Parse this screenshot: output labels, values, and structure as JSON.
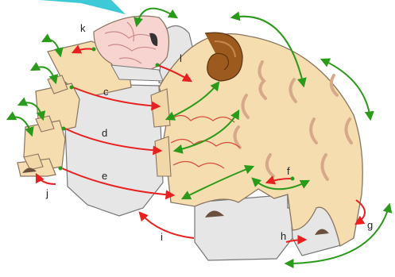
{
  "labels": {
    "k": "k",
    "l": "l",
    "c": "c",
    "d": "d",
    "e": "e",
    "f": "f",
    "g": "g",
    "h": "h",
    "i": "i",
    "j": "j"
  },
  "colors": {
    "red_arrow": "#e8201f",
    "green_arrow": "#2a9a1a",
    "cyan_arrow": "#3ec9d6",
    "fleece": "#f6ddb0",
    "fleece_stroke": "#8a7560",
    "panel_grey": "#e6e6e6",
    "panel_stroke": "#777777",
    "horn": "#9c5a1e",
    "brain_pink": "#f7d4d0",
    "hoof": "#6b5040"
  },
  "icons": {
    "start_dot": "dot-icon"
  }
}
